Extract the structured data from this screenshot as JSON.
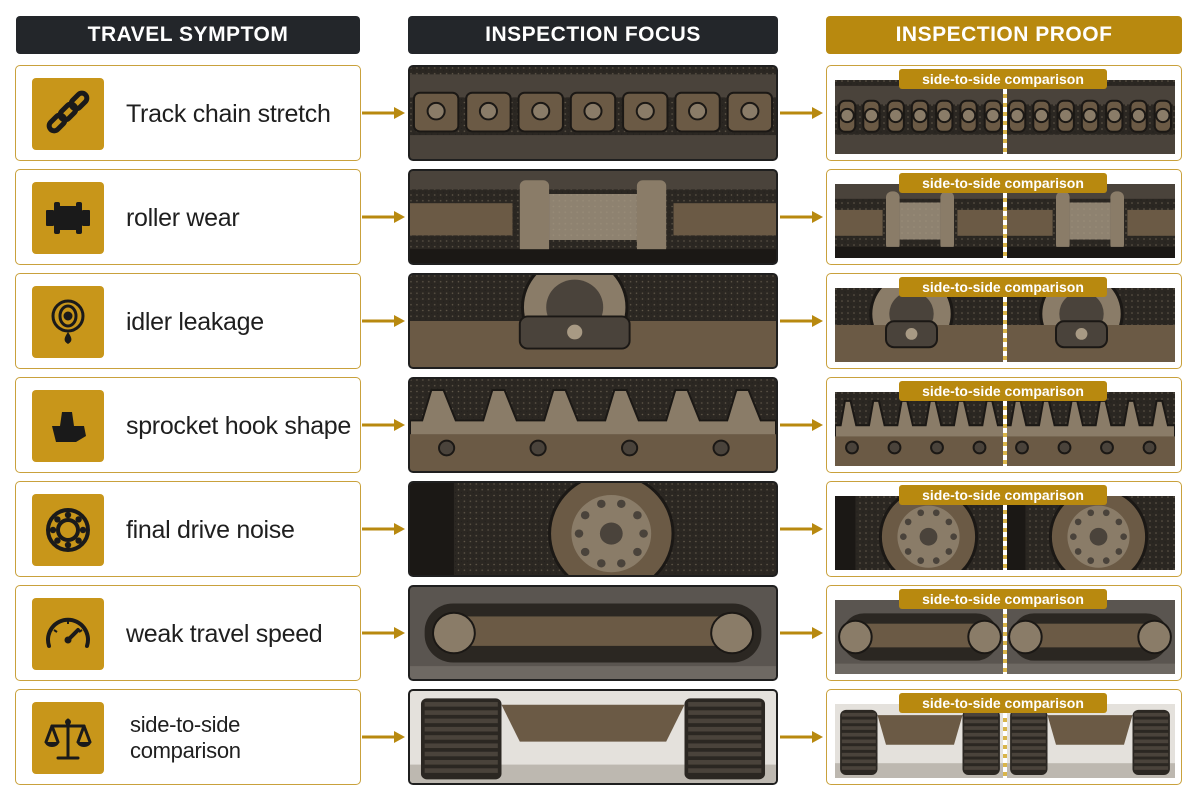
{
  "headers": {
    "symptom": "TRAVEL SYMPTOM",
    "focus": "INSPECTION FOCUS",
    "proof": "INSPECTION PROOF"
  },
  "colors": {
    "accent": "#c8961a",
    "header_dark": "#23262a",
    "header_gold": "#b8890f",
    "card_border": "#c9a13c"
  },
  "rows": [
    {
      "symptom": "Track chain stretch",
      "icon": "chain-link-icon",
      "focus_image": "track-chain-links-photo",
      "proof_label": "side-to-side comparison"
    },
    {
      "symptom": "roller wear",
      "icon": "track-roller-icon",
      "focus_image": "track-roller-photo",
      "proof_label": "side-to-side comparison"
    },
    {
      "symptom": "idler leakage",
      "icon": "idler-oil-drop-icon",
      "focus_image": "front-idler-photo",
      "proof_label": "side-to-side comparison"
    },
    {
      "symptom": "sprocket hook shape",
      "icon": "sprocket-tooth-icon",
      "focus_image": "drive-sprocket-photo",
      "proof_label": "side-to-side comparison"
    },
    {
      "symptom": "final drive noise",
      "icon": "bearing-icon",
      "focus_image": "final-drive-motor-photo",
      "proof_label": "side-to-side comparison"
    },
    {
      "symptom": "weak travel speed",
      "icon": "speedometer-icon",
      "focus_image": "track-undercarriage-side-photo",
      "proof_label": "side-to-side comparison"
    },
    {
      "symptom": "side-to-side comparison",
      "icon": "balance-scale-icon",
      "focus_image": "both-tracks-front-photo",
      "proof_label": "side-to-side comparison"
    }
  ]
}
